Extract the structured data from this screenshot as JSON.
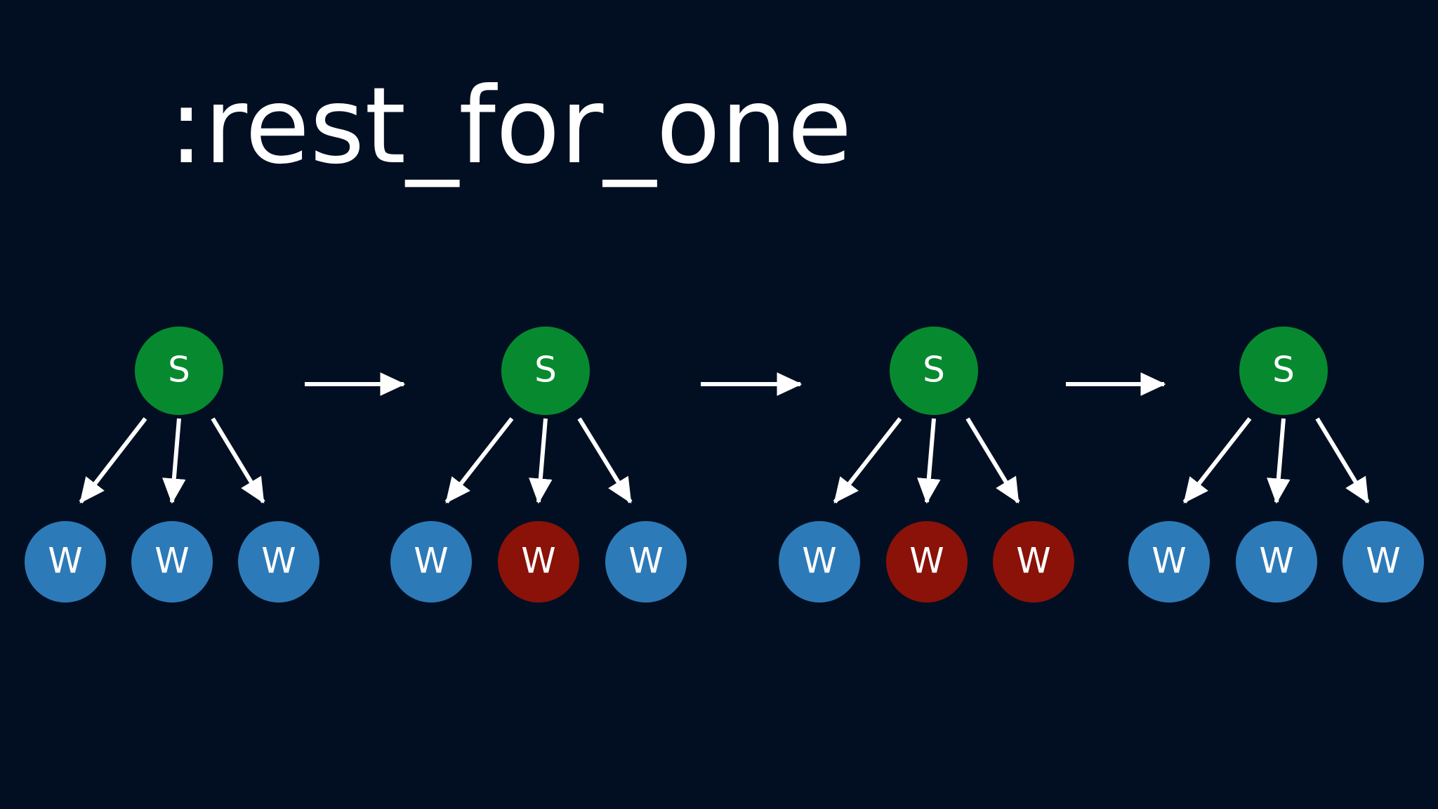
{
  "title": ":rest_for_one",
  "colors": {
    "background": "#020f22",
    "supervisor": "#078a2f",
    "worker_ok": "#2d7ab8",
    "worker_failed": "#8a1208",
    "arrow": "#ffffff",
    "label": "#ffffff"
  },
  "stages": [
    {
      "supervisor": {
        "label": "S"
      },
      "workers": [
        {
          "label": "W",
          "state": "ok"
        },
        {
          "label": "W",
          "state": "ok"
        },
        {
          "label": "W",
          "state": "ok"
        }
      ]
    },
    {
      "supervisor": {
        "label": "S"
      },
      "workers": [
        {
          "label": "W",
          "state": "ok"
        },
        {
          "label": "W",
          "state": "failed"
        },
        {
          "label": "W",
          "state": "ok"
        }
      ]
    },
    {
      "supervisor": {
        "label": "S"
      },
      "workers": [
        {
          "label": "W",
          "state": "ok"
        },
        {
          "label": "W",
          "state": "failed"
        },
        {
          "label": "W",
          "state": "failed"
        }
      ]
    },
    {
      "supervisor": {
        "label": "S"
      },
      "workers": [
        {
          "label": "W",
          "state": "ok"
        },
        {
          "label": "W",
          "state": "ok"
        },
        {
          "label": "W",
          "state": "ok"
        }
      ]
    }
  ]
}
